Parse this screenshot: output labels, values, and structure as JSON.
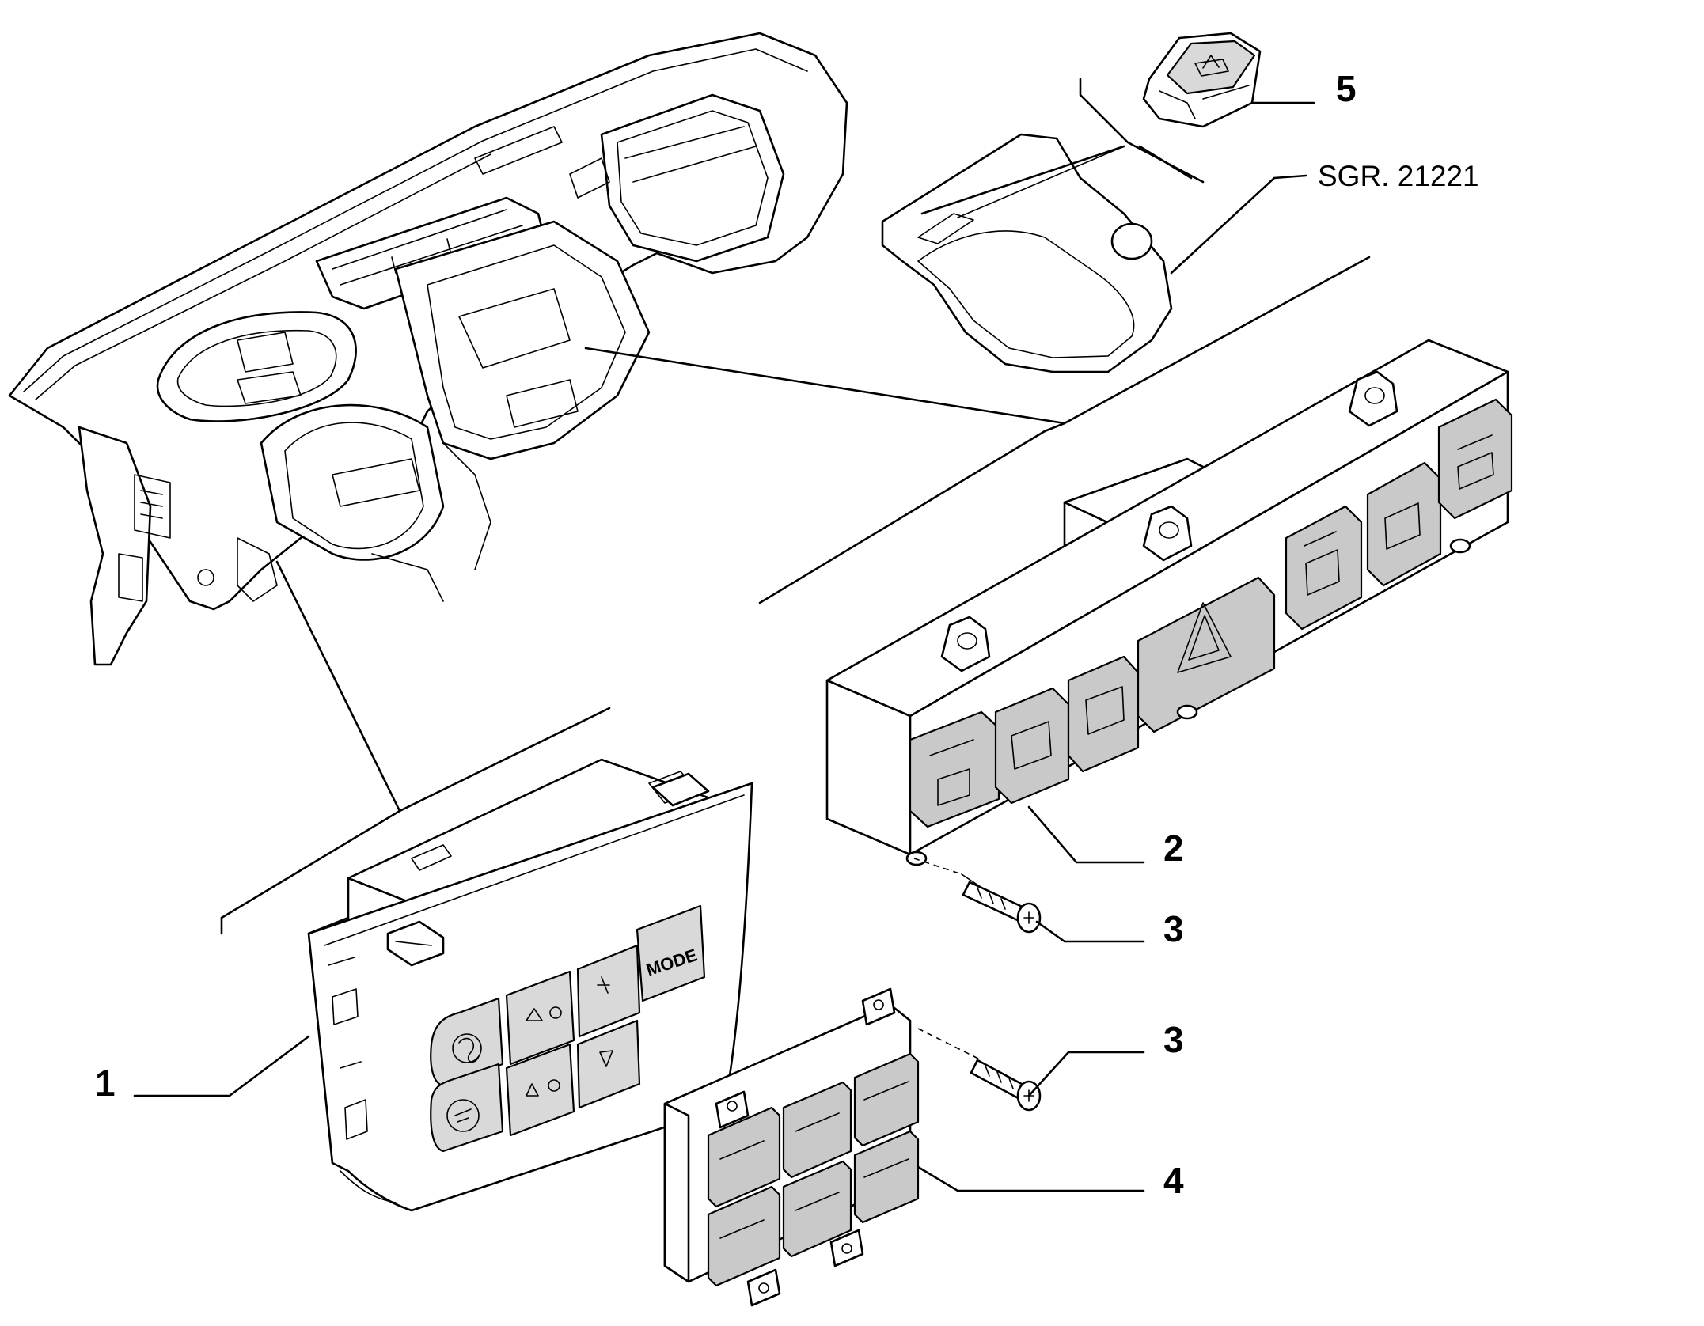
{
  "callouts": {
    "c1": "1",
    "c2": "2",
    "c3a": "3",
    "c3b": "3",
    "c4": "4",
    "c5": "5"
  },
  "reference": "SGR. 21221",
  "mode_label": "MODE"
}
